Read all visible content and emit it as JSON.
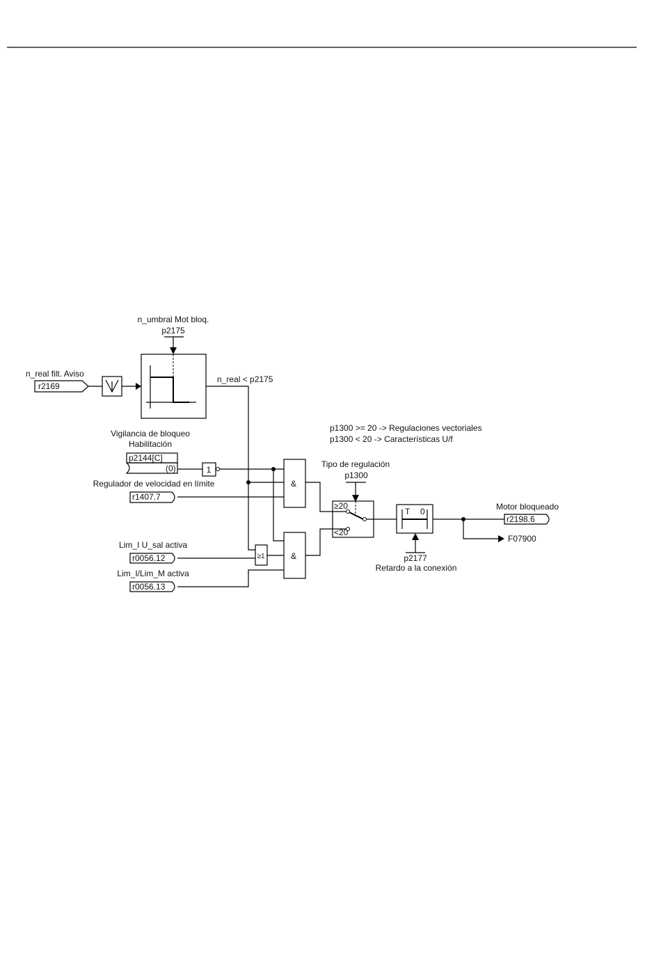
{
  "labels": {
    "n_umbral": "n_umbral Mot bloq.",
    "p2175_top": "p2175",
    "n_real_filt": "n_real filt. Aviso",
    "r2169": "r2169",
    "n_real_cmp": "n_real < p2175",
    "info_line1": "p1300 >= 20 -> Regulaciones vectoriales",
    "info_line2": "p1300 < 20 -> Características U/f",
    "vigilancia": "Vigilancia de bloqueo",
    "habilitacion": "Habilitación",
    "p2144": "p2144[C]",
    "p2144_default": "(0)",
    "not_gate": "1",
    "tipo_regulacion": "Tipo de regulación",
    "p1300": "p1300",
    "regulador": "Regulador de velocidad en límite",
    "r1407": "r1407.7",
    "and_gate": "&",
    "ge20": "≥20",
    "lt20": "<20",
    "timer_T": "T",
    "timer_0": "0",
    "motor_bloqueado": "Motor bloqueado",
    "r2198": "r2198.6",
    "f07900": "F07900",
    "lim_i": "Lim_I U_sal activa",
    "r0056_12": "r0056.12",
    "or_gate": "≥1",
    "lim_m": "Lim_I/Lim_M activa",
    "r0056_13": "r0056.13",
    "p2177": "p2177",
    "retardo": "Retardo a la conexión"
  }
}
